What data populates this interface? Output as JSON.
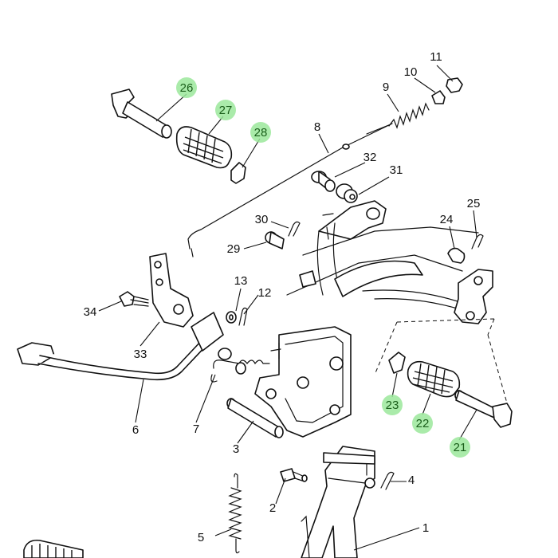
{
  "callouts": [
    {
      "label": "1",
      "highlighted": false
    },
    {
      "label": "2",
      "highlighted": false
    },
    {
      "label": "3",
      "highlighted": false
    },
    {
      "label": "4",
      "highlighted": false
    },
    {
      "label": "5",
      "highlighted": false
    },
    {
      "label": "6",
      "highlighted": false
    },
    {
      "label": "7",
      "highlighted": false
    },
    {
      "label": "8",
      "highlighted": false
    },
    {
      "label": "9",
      "highlighted": false
    },
    {
      "label": "10",
      "highlighted": false
    },
    {
      "label": "11",
      "highlighted": false
    },
    {
      "label": "12",
      "highlighted": false
    },
    {
      "label": "13",
      "highlighted": false
    },
    {
      "label": "21",
      "highlighted": true
    },
    {
      "label": "22",
      "highlighted": true
    },
    {
      "label": "23",
      "highlighted": true
    },
    {
      "label": "24",
      "highlighted": false
    },
    {
      "label": "25",
      "highlighted": false
    },
    {
      "label": "26",
      "highlighted": true
    },
    {
      "label": "27",
      "highlighted": true
    },
    {
      "label": "28",
      "highlighted": true
    },
    {
      "label": "29",
      "highlighted": false
    },
    {
      "label": "30",
      "highlighted": false
    },
    {
      "label": "31",
      "highlighted": false
    },
    {
      "label": "32",
      "highlighted": false
    },
    {
      "label": "33",
      "highlighted": false
    },
    {
      "label": "34",
      "highlighted": false
    }
  ],
  "colors": {
    "highlight": "#9be89b",
    "highlight_text": "#1a5e1a",
    "line": "#111111"
  }
}
